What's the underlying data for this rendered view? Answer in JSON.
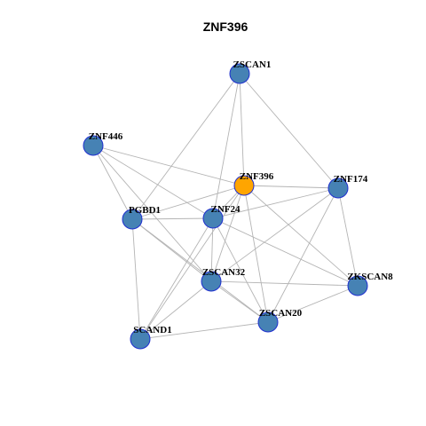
{
  "title": "ZNF396",
  "colors": {
    "node_default": "#4682b4",
    "node_focus": "#ffa500",
    "node_border": "#1f2fcf",
    "edge": "#b4b4b4"
  },
  "nodes": [
    {
      "id": "ZSCAN1",
      "label": "ZSCAN1",
      "focus": false
    },
    {
      "id": "ZNF446",
      "label": "ZNF446",
      "focus": false
    },
    {
      "id": "ZNF396",
      "label": "ZNF396",
      "focus": true
    },
    {
      "id": "ZNF174",
      "label": "ZNF174",
      "focus": false
    },
    {
      "id": "PGBD1",
      "label": "PGBD1",
      "focus": false
    },
    {
      "id": "ZNF24",
      "label": "ZNF24",
      "focus": false
    },
    {
      "id": "ZSCAN32",
      "label": "ZSCAN32",
      "focus": false
    },
    {
      "id": "ZKSCAN8",
      "label": "ZKSCAN8",
      "focus": false
    },
    {
      "id": "ZSCAN20",
      "label": "ZSCAN20",
      "focus": false
    },
    {
      "id": "SCAND1",
      "label": "SCAND1",
      "focus": false
    }
  ],
  "edges": [
    [
      "ZSCAN1",
      "PGBD1"
    ],
    [
      "ZSCAN1",
      "ZNF396"
    ],
    [
      "ZSCAN1",
      "ZNF174"
    ],
    [
      "ZSCAN1",
      "ZNF24"
    ],
    [
      "ZNF446",
      "ZNF396"
    ],
    [
      "ZNF446",
      "PGBD1"
    ],
    [
      "ZNF446",
      "ZNF24"
    ],
    [
      "ZNF446",
      "ZSCAN32"
    ],
    [
      "ZNF396",
      "ZNF174"
    ],
    [
      "ZNF396",
      "PGBD1"
    ],
    [
      "ZNF396",
      "ZNF24"
    ],
    [
      "ZNF396",
      "ZSCAN32"
    ],
    [
      "ZNF396",
      "ZKSCAN8"
    ],
    [
      "ZNF396",
      "ZSCAN20"
    ],
    [
      "ZNF396",
      "SCAND1"
    ],
    [
      "ZNF174",
      "ZNF24"
    ],
    [
      "ZNF174",
      "ZSCAN32"
    ],
    [
      "ZNF174",
      "ZKSCAN8"
    ],
    [
      "ZNF174",
      "ZSCAN20"
    ],
    [
      "PGBD1",
      "ZNF24"
    ],
    [
      "PGBD1",
      "ZSCAN32"
    ],
    [
      "PGBD1",
      "ZSCAN20"
    ],
    [
      "PGBD1",
      "SCAND1"
    ],
    [
      "ZNF24",
      "ZSCAN32"
    ],
    [
      "ZNF24",
      "ZKSCAN8"
    ],
    [
      "ZNF24",
      "ZSCAN20"
    ],
    [
      "ZNF24",
      "SCAND1"
    ],
    [
      "ZSCAN32",
      "ZKSCAN8"
    ],
    [
      "ZSCAN32",
      "ZSCAN20"
    ],
    [
      "ZSCAN32",
      "SCAND1"
    ],
    [
      "ZKSCAN8",
      "ZSCAN20"
    ],
    [
      "ZSCAN20",
      "SCAND1"
    ]
  ]
}
